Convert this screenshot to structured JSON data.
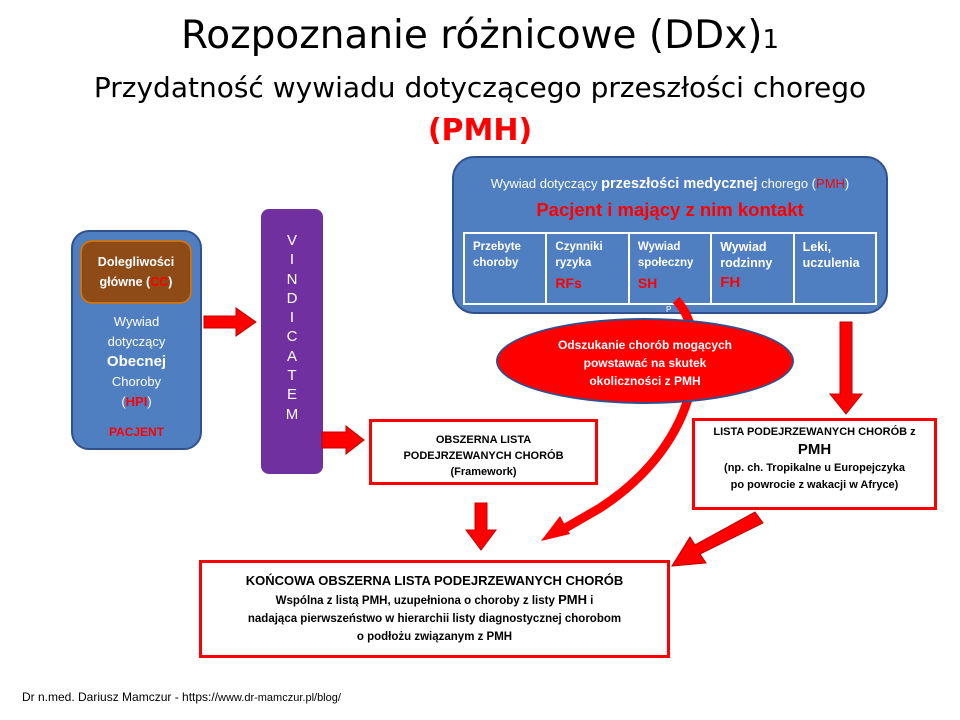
{
  "title": {
    "main": "Rozpoznanie różnicowe (DDx)",
    "index": "1",
    "line2": "Przydatność wywiadu dotyczącego przeszłości chorego",
    "line3": "(PMH)"
  },
  "pmh_box": {
    "head_pre": "Wywiad dotyczący ",
    "head_bold": "przeszłości medycznej",
    "head_post": " chorego (",
    "head_abbr": "PMH",
    "head_close": ")",
    "subtitle": "Pacjent i mający z nim kontakt",
    "cells": [
      {
        "label": "Przebyte choroby",
        "abbr": ""
      },
      {
        "label": "Czynniki ryzyka",
        "abbr": "RFs"
      },
      {
        "label": "Wywiad społeczny",
        "abbr": "SH"
      },
      {
        "label": "Wywiad rodzinny",
        "abbr": "FH"
      },
      {
        "label": "Leki, uczulenia",
        "abbr": ""
      }
    ],
    "tiny": "P"
  },
  "hpi_box": {
    "cc_line1": "Dolegliwości",
    "cc_line2": "główne (",
    "cc_abbr": "CC",
    "cc_close": ")",
    "line1": "Wywiad",
    "line2": "dotyczący",
    "line3": "Obecnej",
    "line4": "Choroby",
    "abbr_open": "(",
    "abbr": "HPI",
    "abbr_close": ")",
    "patient": "PACJENT"
  },
  "vindicatem": [
    "V",
    "I",
    "N",
    "D",
    "I",
    "C",
    "A",
    "T",
    "E",
    "M"
  ],
  "ellipse": {
    "line1": "Odszukanie  chorób  mogących",
    "line2": "powstawać na skutek",
    "line3": "okoliczności z  PMH"
  },
  "obszerna": {
    "line1": "OBSZERNA LISTA",
    "line2": "PODEJRZEWANYCH CHORÓB",
    "line3": "(Framework)"
  },
  "lista_pmh": {
    "line1": "LISTA PODEJRZEWANYCH CHORÓB z",
    "line2": "PMH",
    "line3": "(np. ch. Tropikalne u Europejczyka",
    "line4": "po powrocie z wakacji w Afryce)"
  },
  "koncowa": {
    "title": "KOŃCOWA OBSZERNA LISTA PODEJRZEWANYCH CHORÓB",
    "line1_pre": "Wspólna z listą PMH, uzupełniona o choroby z listy  ",
    "line1_big": "PMH",
    "line1_post": " i",
    "line2": "nadająca pierwszeństwo w hierarchii listy diagnostycznej chorobom",
    "line3": "o podłożu związanym z  PMH"
  },
  "footer": {
    "author": "Dr n.med. Dariusz Mamczur - https://",
    "url": "www.dr-mamczur.pl/blog/"
  },
  "colors": {
    "blue_box": "#4f7fc0",
    "purple": "#7030a0",
    "brown": "#8e4a17",
    "red": "#ff0000"
  }
}
